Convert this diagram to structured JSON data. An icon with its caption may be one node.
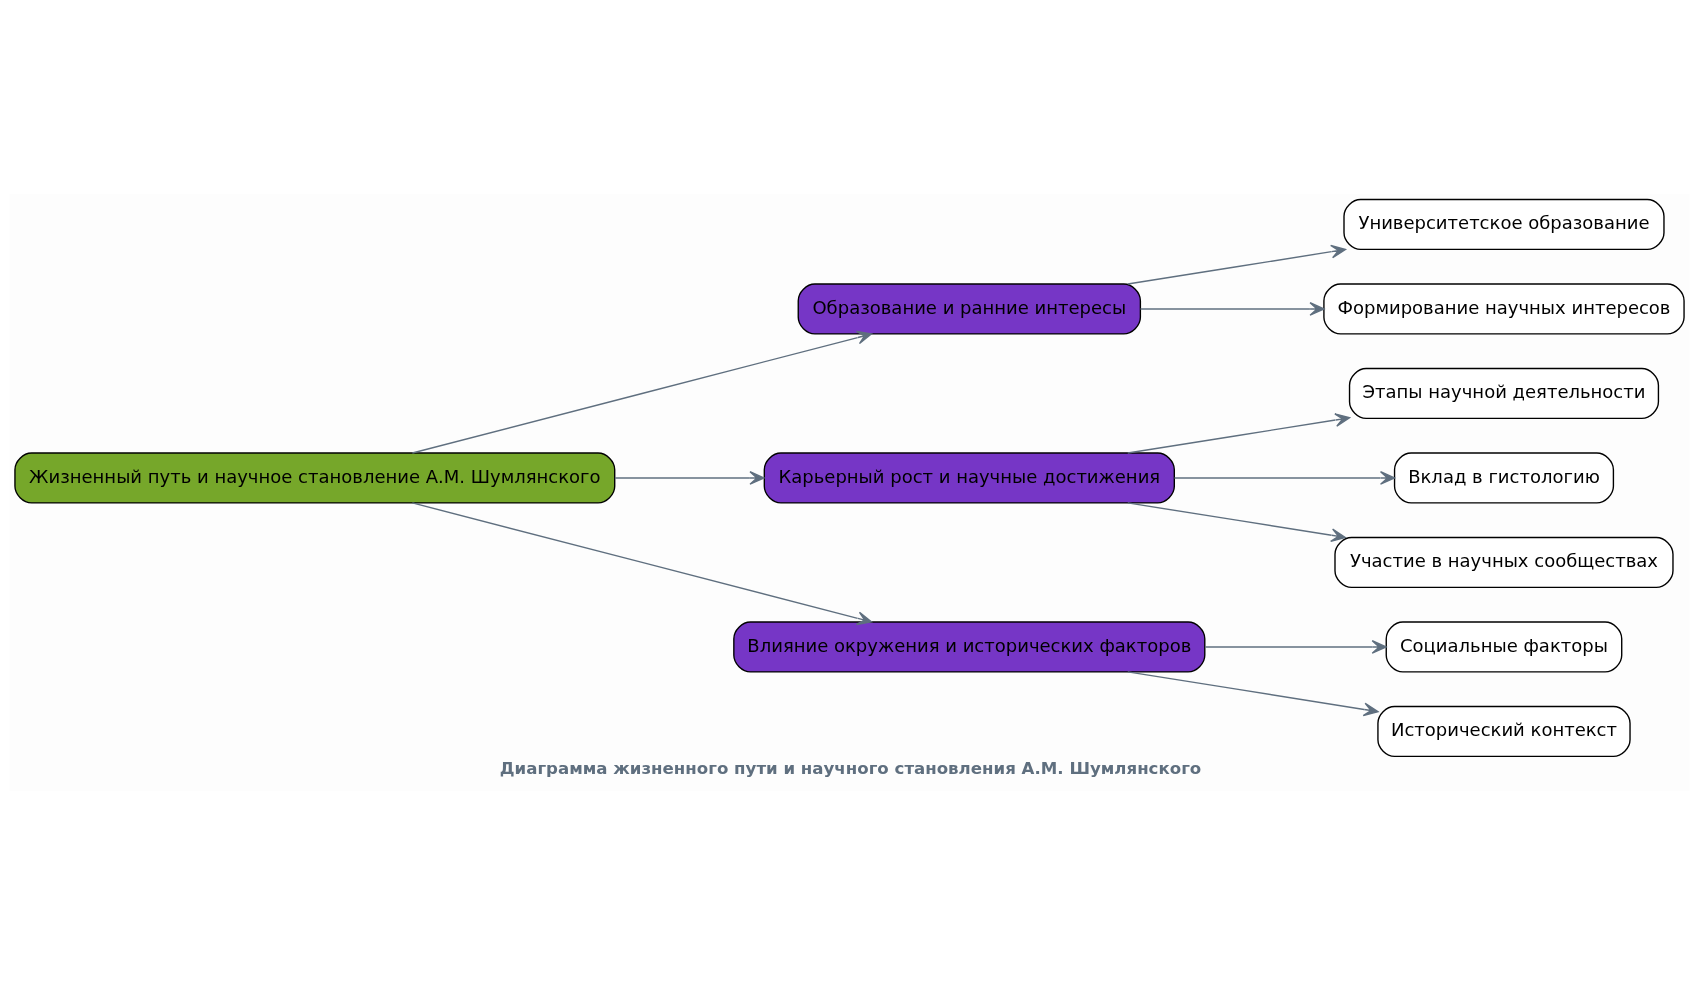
{
  "diagram": {
    "title": "Диаграмма жизненного пути и научного становления А.М. Шумлянского",
    "nodes": [
      {
        "text": [
          "Жизненный путь и научное становление А.М. Шумлянского"
        ]
      },
      {
        "text": [
          "Образование и ранние интересы"
        ]
      },
      {
        "text": [
          "Карьерный рост и научные достижения"
        ]
      },
      {
        "text": [
          "Влияние окружения и исторических факторов"
        ]
      },
      {
        "text": [
          "Университетское образование"
        ]
      },
      {
        "text": [
          "Формирование научных интересов"
        ]
      },
      {
        "text": [
          "Этапы научной деятельности"
        ]
      },
      {
        "text": [
          "Вклад в гистологию"
        ]
      },
      {
        "text": [
          "Участие в научных сообществах"
        ]
      },
      {
        "text": [
          "Социальные факторы"
        ]
      },
      {
        "text": [
          "Исторический контекст"
        ]
      }
    ],
    "edges": [
      {
        "from": 0,
        "to": 1,
        "arrow": "to"
      },
      {
        "from": 0,
        "to": 2,
        "arrow": "to"
      },
      {
        "from": 0,
        "to": 3,
        "arrow": "to"
      },
      {
        "from": 1,
        "to": 4,
        "arrow": "to"
      },
      {
        "from": 1,
        "to": 5,
        "arrow": "to"
      },
      {
        "from": 2,
        "to": 6,
        "arrow": "to"
      },
      {
        "from": 2,
        "to": 7,
        "arrow": "to"
      },
      {
        "from": 2,
        "to": 8,
        "arrow": "to"
      },
      {
        "from": 3,
        "to": 9,
        "arrow": "to"
      },
      {
        "from": 3,
        "to": 10,
        "arrow": "to"
      }
    ]
  }
}
